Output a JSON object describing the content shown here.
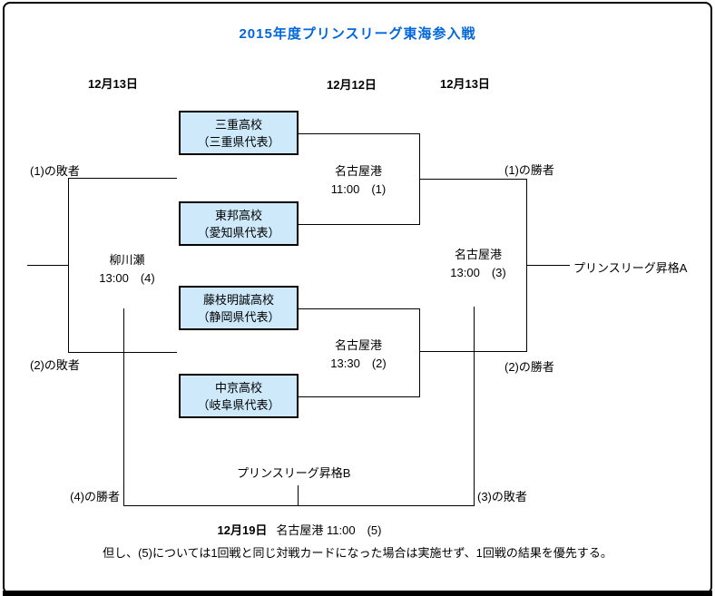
{
  "title": "2015年度プリンスリーグ東海参入戦",
  "column_dates": {
    "left": "12月13日",
    "middle": "12月12日",
    "right": "12月13日"
  },
  "teams": [
    {
      "name": "三重高校",
      "rep": "（三重県代表）"
    },
    {
      "name": "東邦高校",
      "rep": "（愛知県代表）"
    },
    {
      "name": "藤枝明誠高校",
      "rep": "（静岡県代表）"
    },
    {
      "name": "中京高校",
      "rep": "（岐阜県代表）"
    }
  ],
  "matches": [
    {
      "venue": "名古屋港",
      "time": "11:00　(1)"
    },
    {
      "venue": "名古屋港",
      "time": "13:30　(2)"
    },
    {
      "venue": "名古屋港",
      "time": "13:00　(3)"
    },
    {
      "venue": "柳川瀬",
      "time": "13:00　(4)"
    }
  ],
  "labels": {
    "loser1": "(1)の敗者",
    "loser2": "(2)の敗者",
    "winner1": "(1)の勝者",
    "winner2": "(2)の勝者",
    "winner4": "(4)の勝者",
    "loser3": "(3)の敗者",
    "promotion_a": "プリンスリーグ昇格A",
    "promotion_b": "プリンスリーグ昇格B"
  },
  "final_match": {
    "date": "12月19日",
    "detail": "名古屋港 11:00　(5)"
  },
  "note": "但し、(5)については1回戦と同じ対戦カードになった場合は実施せず、1回戦の結果を優先する。",
  "colors": {
    "title_blue": "#0066DD",
    "team_box_fill": "#CDE9FA",
    "line_black": "#000000"
  }
}
